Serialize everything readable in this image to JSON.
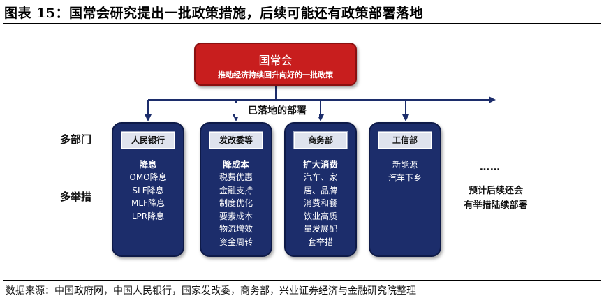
{
  "title": "图表 15：国常会研究提出一批政策措施，后续可能还有政策部署落地",
  "top_box": {
    "name": "国常会",
    "subtitle": "推动经济持续回升向好的一批政策"
  },
  "landed_label": "已落地的部署",
  "side_labels": {
    "departments": "多部门",
    "measures": "多举措"
  },
  "cards": [
    {
      "header": "人民银行",
      "category": "降息",
      "items": [
        "OMO降息",
        "SLF降息",
        "MLF降息",
        "LPR降息"
      ]
    },
    {
      "header": "发改委等",
      "category": "降成本",
      "items": [
        "税费优惠",
        "金融支持",
        "制度优化",
        "要素成本",
        "物流增效",
        "资金周转"
      ]
    },
    {
      "header": "商务部",
      "category": "扩大消费",
      "items": [
        "汽车、家",
        "居、品牌",
        "消费和餐",
        "饮业高质",
        "量发展配",
        "套举措"
      ]
    },
    {
      "header": "工信部",
      "category": "",
      "items": [
        "新能源",
        "汽车下乡"
      ]
    }
  ],
  "ellipsis": "……",
  "future": {
    "line1": "预计后续还会",
    "line2": "有举措陆续部署"
  },
  "source": "数据来源：中国政府网，中国人民银行，国家发改委，商务部，兴业证券经济与金融研究院整理",
  "colors": {
    "top_box": "#c81e1e",
    "card": "#1c2d6b",
    "arrow": "#1c2d6b"
  }
}
